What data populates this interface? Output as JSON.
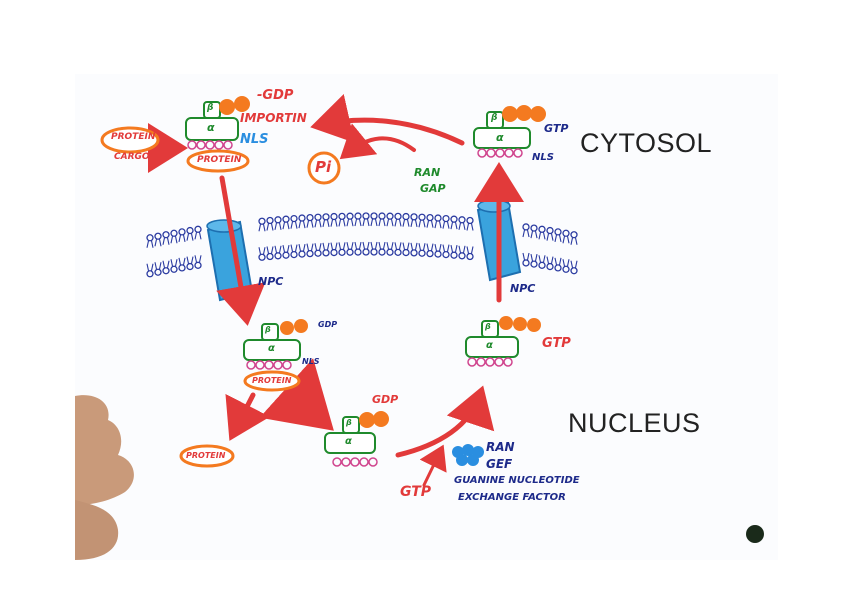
{
  "regions": {
    "cytosol": "CYTOSOL",
    "nucleus": "NUCLEUS"
  },
  "labels": {
    "gdp_top": "-GDP",
    "importin": "IMPORTIN",
    "nls_top": "NLS",
    "protein_cargo": "PROTEIN",
    "cargo": "CARGO",
    "protein_bound_top": "PROTEIN",
    "gtp_top": "GTP",
    "nls_right": "NLS",
    "pi": "Pi",
    "ran_gap_1": "RAN",
    "ran_gap_2": "GAP",
    "npc_left": "NPC",
    "npc_right": "NPC",
    "gdp_mid": "GDP",
    "nls_mid": "NLS",
    "protein_mid": "PROTEIN",
    "protein_free": "PROTEIN",
    "gdp_low": "GDP",
    "gtp_mid_right": "GTP",
    "ran_gef_1": "RAN",
    "ran_gef_2": "GEF",
    "gef_desc_1": "GUANINE NUCLEOTIDE",
    "gef_desc_2": "EXCHANGE FACTOR",
    "gtp_low": "GTP"
  },
  "symbols": {
    "alpha": "α",
    "beta": "β"
  },
  "colors": {
    "red": "#e23a3a",
    "orange": "#f47a20",
    "green": "#1f8a2c",
    "navy": "#1d2a8a",
    "blue": "#2a8ee0",
    "pink": "#d0458e",
    "membrane": "#2a3aa0"
  }
}
